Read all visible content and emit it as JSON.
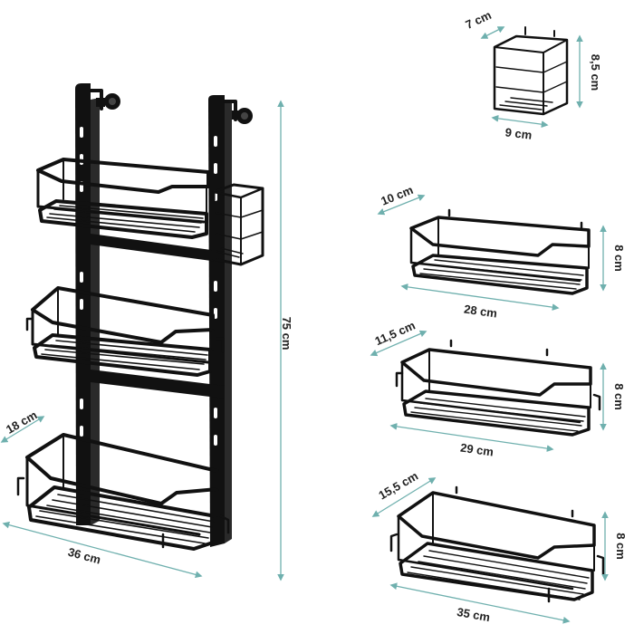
{
  "colors": {
    "background": "#ffffff",
    "rack": "#111111",
    "dimension_line": "#6fb0ae",
    "text": "#222222"
  },
  "dimensions": {
    "full_height": "75 cm",
    "full_width": "36 cm",
    "full_depth": "18 cm",
    "small_basket_depth": "7 cm",
    "small_basket_height": "8,5 cm",
    "small_basket_width": "9 cm",
    "top_basket_depth": "10 cm",
    "top_basket_height": "8 cm",
    "top_basket_width": "28 cm",
    "middle_basket_depth": "11,5 cm",
    "middle_basket_height": "8 cm",
    "middle_basket_width": "29 cm",
    "bottom_basket_depth": "15,5 cm",
    "bottom_basket_height": "8 cm",
    "bottom_basket_width": "35 cm"
  }
}
